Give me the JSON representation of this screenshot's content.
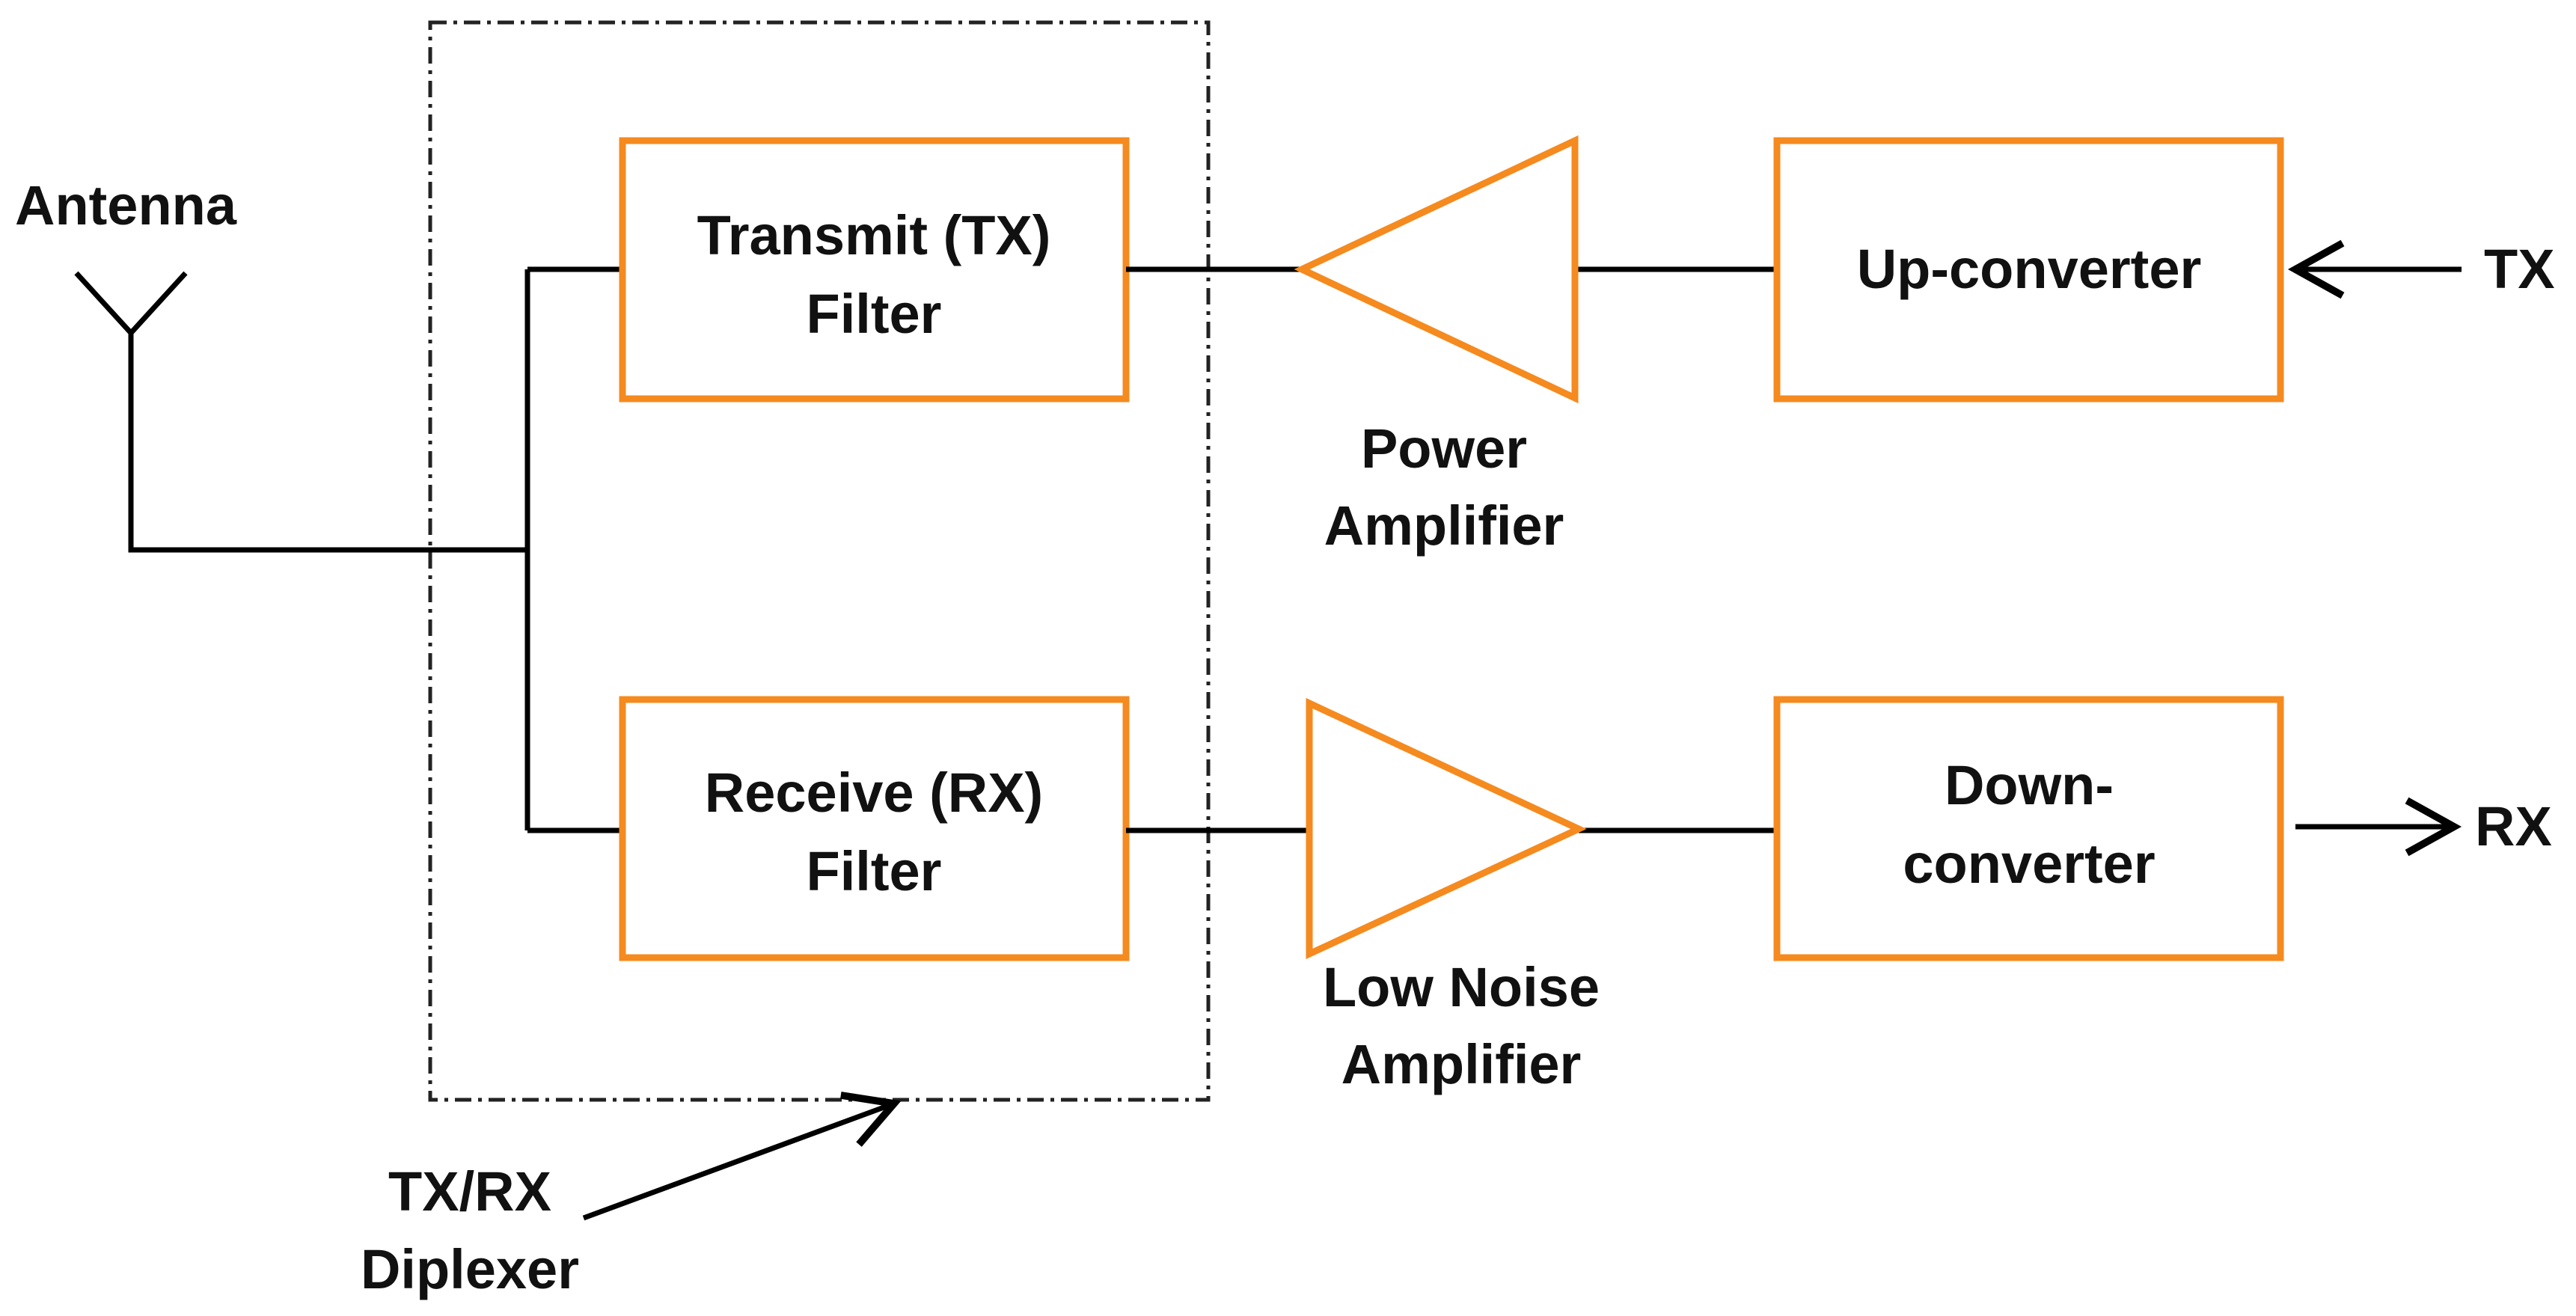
{
  "colors": {
    "block_stroke": "#F58A1F",
    "wire": "#000000",
    "text": "#111111",
    "background": "#FFFFFF"
  },
  "diagram": {
    "antenna": {
      "label": "Antenna",
      "icon": "antenna-icon"
    },
    "diplexer": {
      "label_line1": "TX/RX",
      "label_line2": "Diplexer"
    },
    "tx_filter": {
      "line1": "Transmit (TX)",
      "line2": "Filter"
    },
    "rx_filter": {
      "line1": "Receive (RX)",
      "line2": "Filter"
    },
    "power_amplifier": {
      "line1": "Power",
      "line2": "Amplifier",
      "icon": "amplifier-triangle-icon"
    },
    "low_noise_amplifier": {
      "line1": "Low Noise",
      "line2": "Amplifier",
      "icon": "amplifier-triangle-icon"
    },
    "up_converter": {
      "line1": "Up-converter"
    },
    "down_converter": {
      "line1": "Down-",
      "line2": "converter"
    },
    "tx_port": {
      "label": "TX"
    },
    "rx_port": {
      "label": "RX"
    }
  }
}
